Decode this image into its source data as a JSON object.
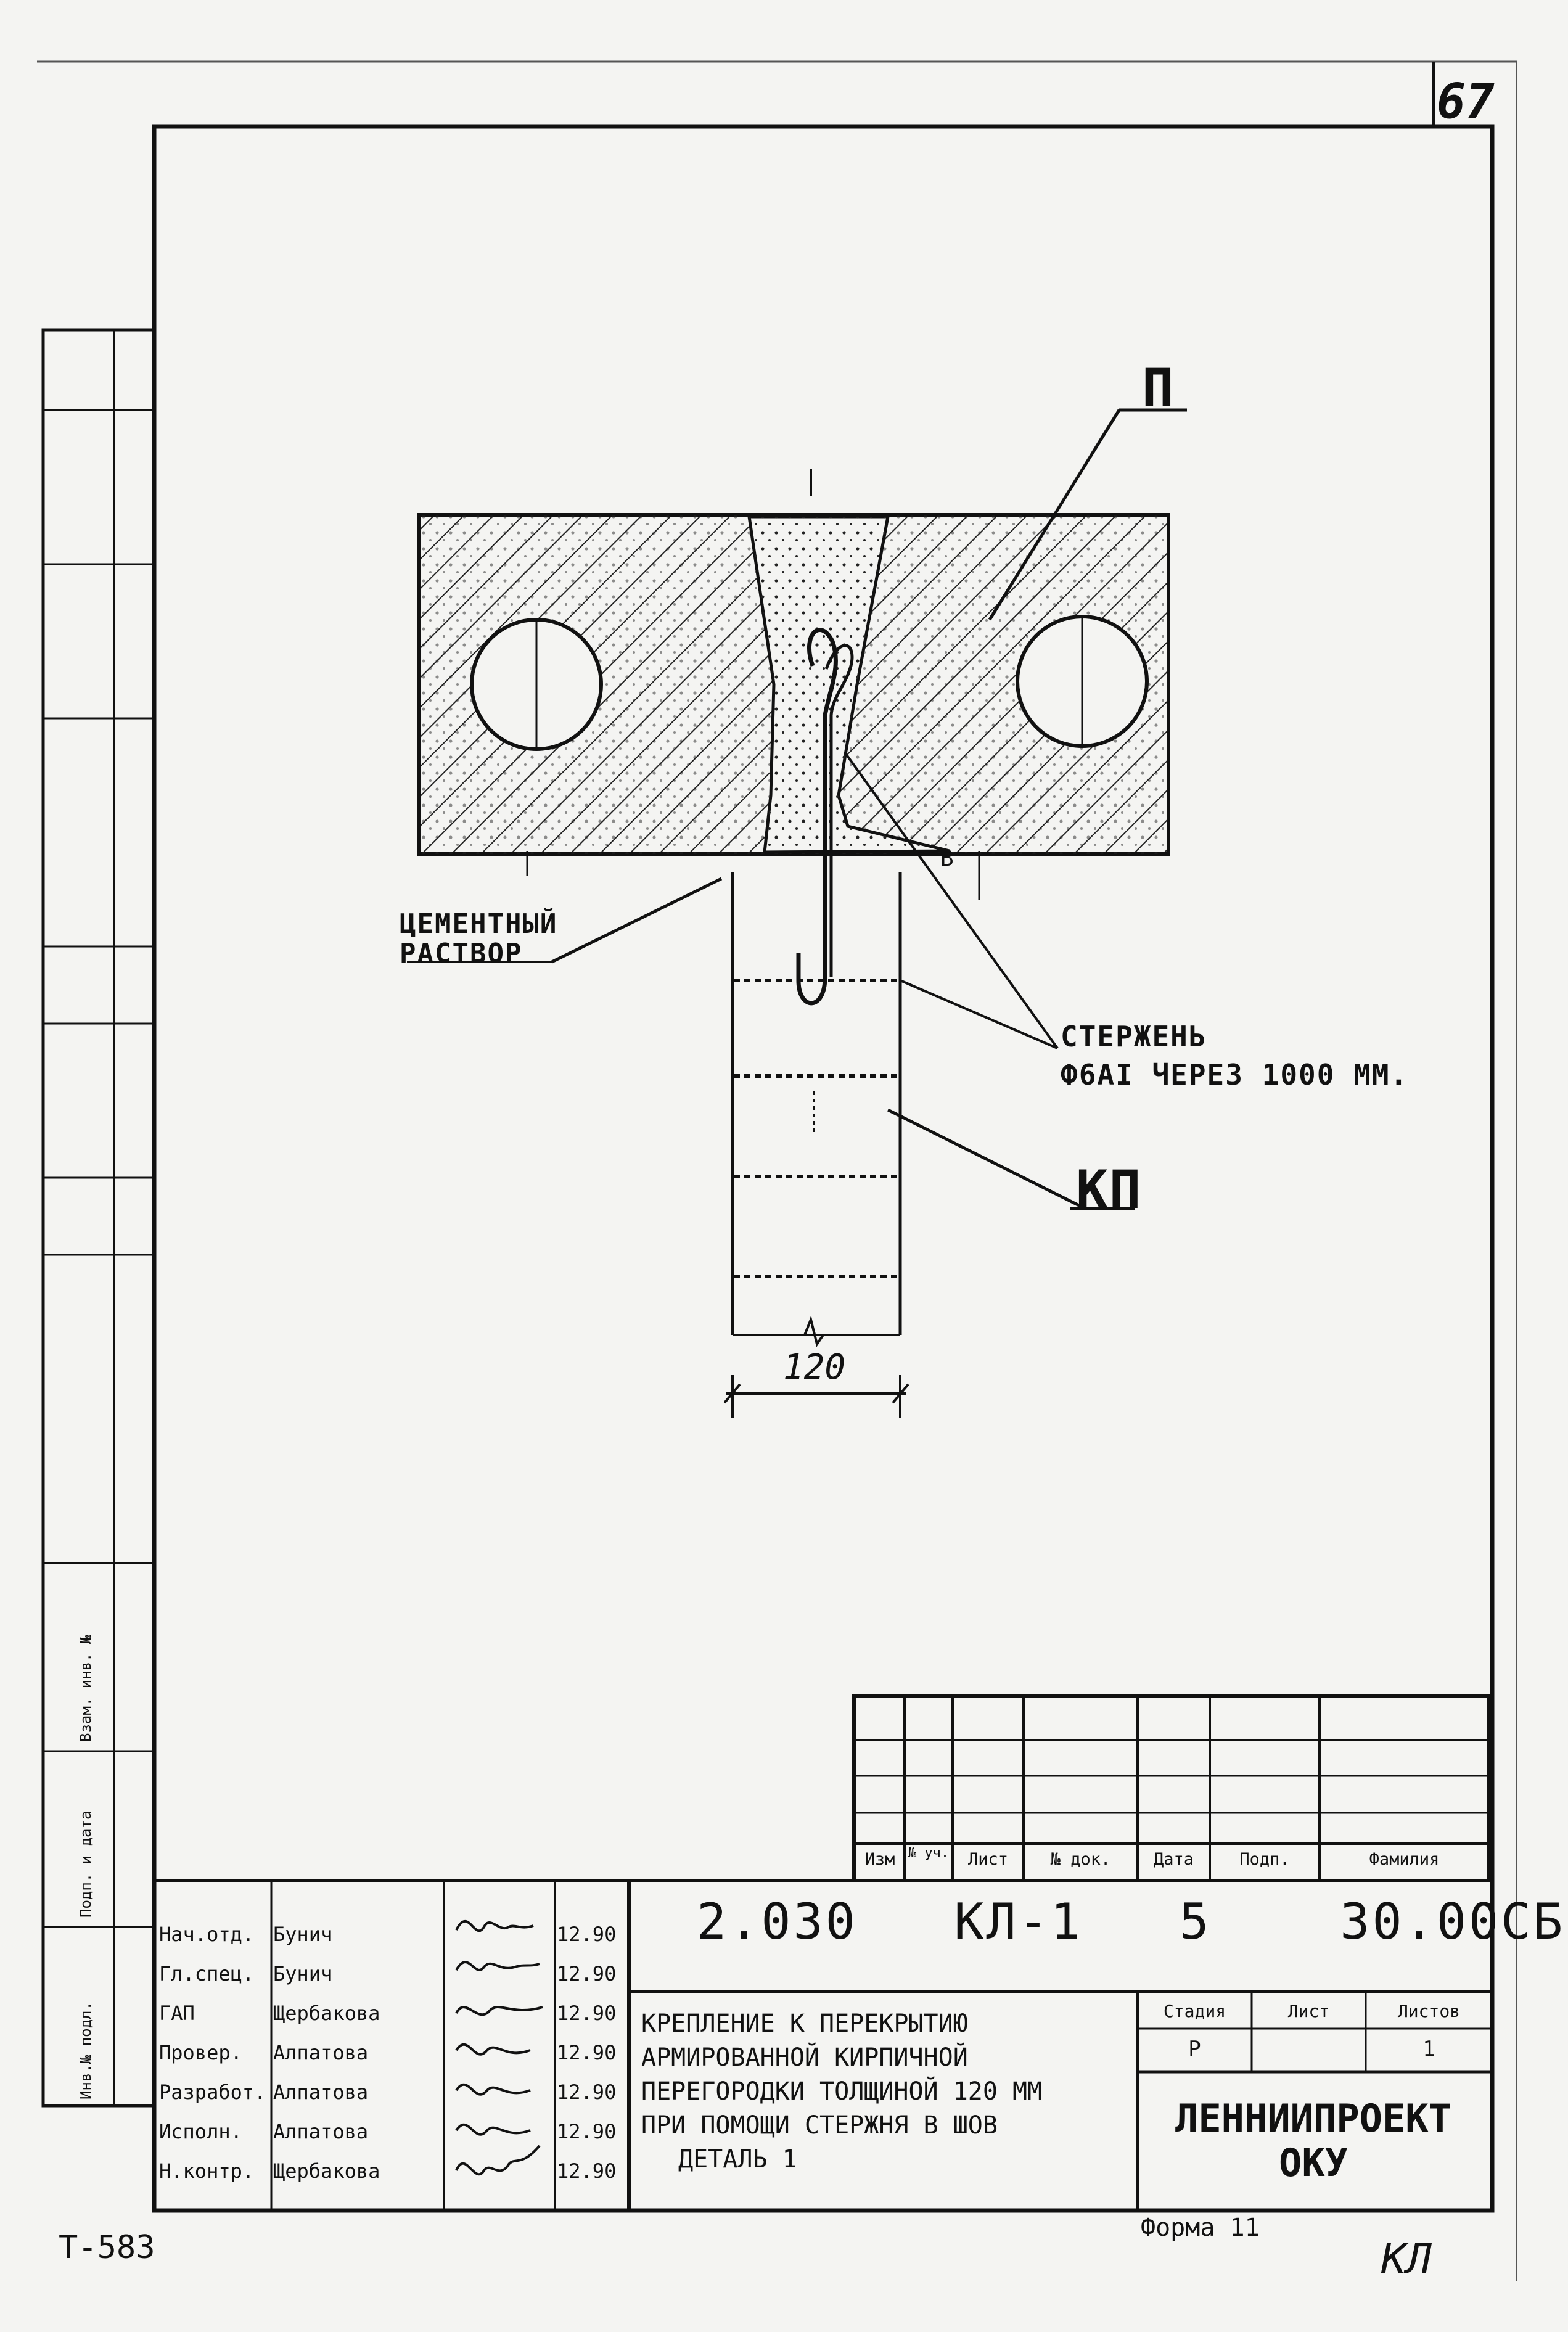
{
  "page_number": "67",
  "drawing": {
    "label_p": "П",
    "label_kp": "КП",
    "label_cement": [
      "ЦЕМЕНТНЫЙ",
      "РАСТВОР"
    ],
    "label_rod": [
      "СТЕРЖЕНЬ",
      "Ф6AI ЧЕРЕЗ 1000 ММ."
    ],
    "dimension_width": "120",
    "dimension_b": "В"
  },
  "revision_table": {
    "headers": [
      "Изм",
      "№ уч.",
      "Лист",
      "№ док.",
      "Дата",
      "Подп.",
      "Фамилия"
    ]
  },
  "signatures": [
    {
      "role": "Нач.отд.",
      "name": "Бунич",
      "date": "12.90"
    },
    {
      "role": "Гл.спец.",
      "name": "Бунич",
      "date": "12.90"
    },
    {
      "role": "ГАП",
      "name": "Щербакова",
      "date": "12.90"
    },
    {
      "role": "Провер.",
      "name": "Алпатова",
      "date": "12.90"
    },
    {
      "role": "Разработ.",
      "name": "Алпатова",
      "date": "12.90"
    },
    {
      "role": "Исполн.",
      "name": "Алпатова",
      "date": "12.90"
    },
    {
      "role": "Н.контр.",
      "name": "Щербакова",
      "date": "12.90"
    }
  ],
  "sheet_code": "2.030   КЛ-1   5    30.00СБ",
  "stage_headers": [
    "Стадия",
    "Лист",
    "Листов"
  ],
  "stage_values": [
    "Р",
    "",
    "1"
  ],
  "title_lines": [
    "КРЕПЛЕНИЕ К ПЕРЕКРЫТИЮ",
    "АРМИРОВАННОЙ КИРПИЧНОЙ",
    "ПЕРЕГОРОДКИ ТОЛЩИНОЙ 120 ММ",
    "ПРИ ПОМОЩИ СТЕРЖНЯ В ШОВ",
    "ДЕТАЛЬ 1"
  ],
  "organization": [
    "ЛЕННИИПРОЕКТ",
    "ОКУ"
  ],
  "forma": "Форма 11",
  "doc_code": "Т-583",
  "corner_mark": "КЛ",
  "side_stamp": [
    "Инв.№ подл.",
    "Подп. и дата",
    "Взам. инв. №"
  ]
}
